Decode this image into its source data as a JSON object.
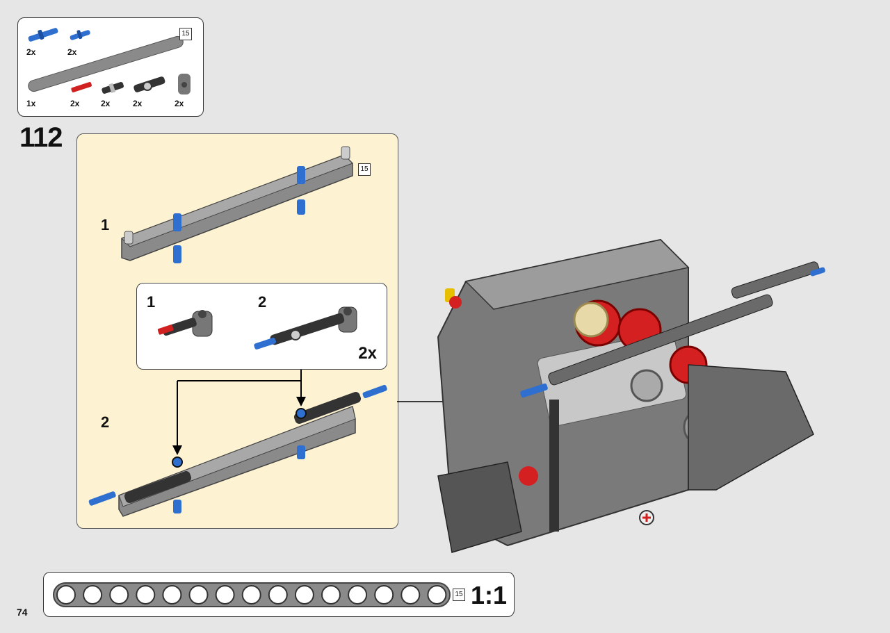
{
  "parts_list": {
    "items": [
      {
        "name": "blue-axle-pin-long",
        "qty": "2x"
      },
      {
        "name": "blue-axle-pin",
        "qty": "2x"
      },
      {
        "name": "beam-15",
        "qty": "1x"
      },
      {
        "name": "red-axle",
        "qty": "2x"
      },
      {
        "name": "black-connector",
        "qty": "2x"
      },
      {
        "name": "black-angle-connector",
        "qty": "2x"
      },
      {
        "name": "grey-elbow-connector",
        "qty": "2x"
      }
    ],
    "beam_length": "15"
  },
  "step": {
    "number": "112",
    "sub_step_1": "1",
    "sub_step_2": "2",
    "beam_length": "15",
    "callout": {
      "step_1": "1",
      "step_2": "2",
      "multiplier": "2x"
    }
  },
  "scale": {
    "beam_length": "15",
    "ratio": "1:1",
    "hole_count": 15
  },
  "page_number": "74",
  "colors": {
    "background": "#e6e6e6",
    "step_panel": "#fdf3d2",
    "beam_grey": "#8a8a8a",
    "pin_blue": "#2f6fd0",
    "pin_red": "#d02020",
    "connector_black": "#333333"
  }
}
